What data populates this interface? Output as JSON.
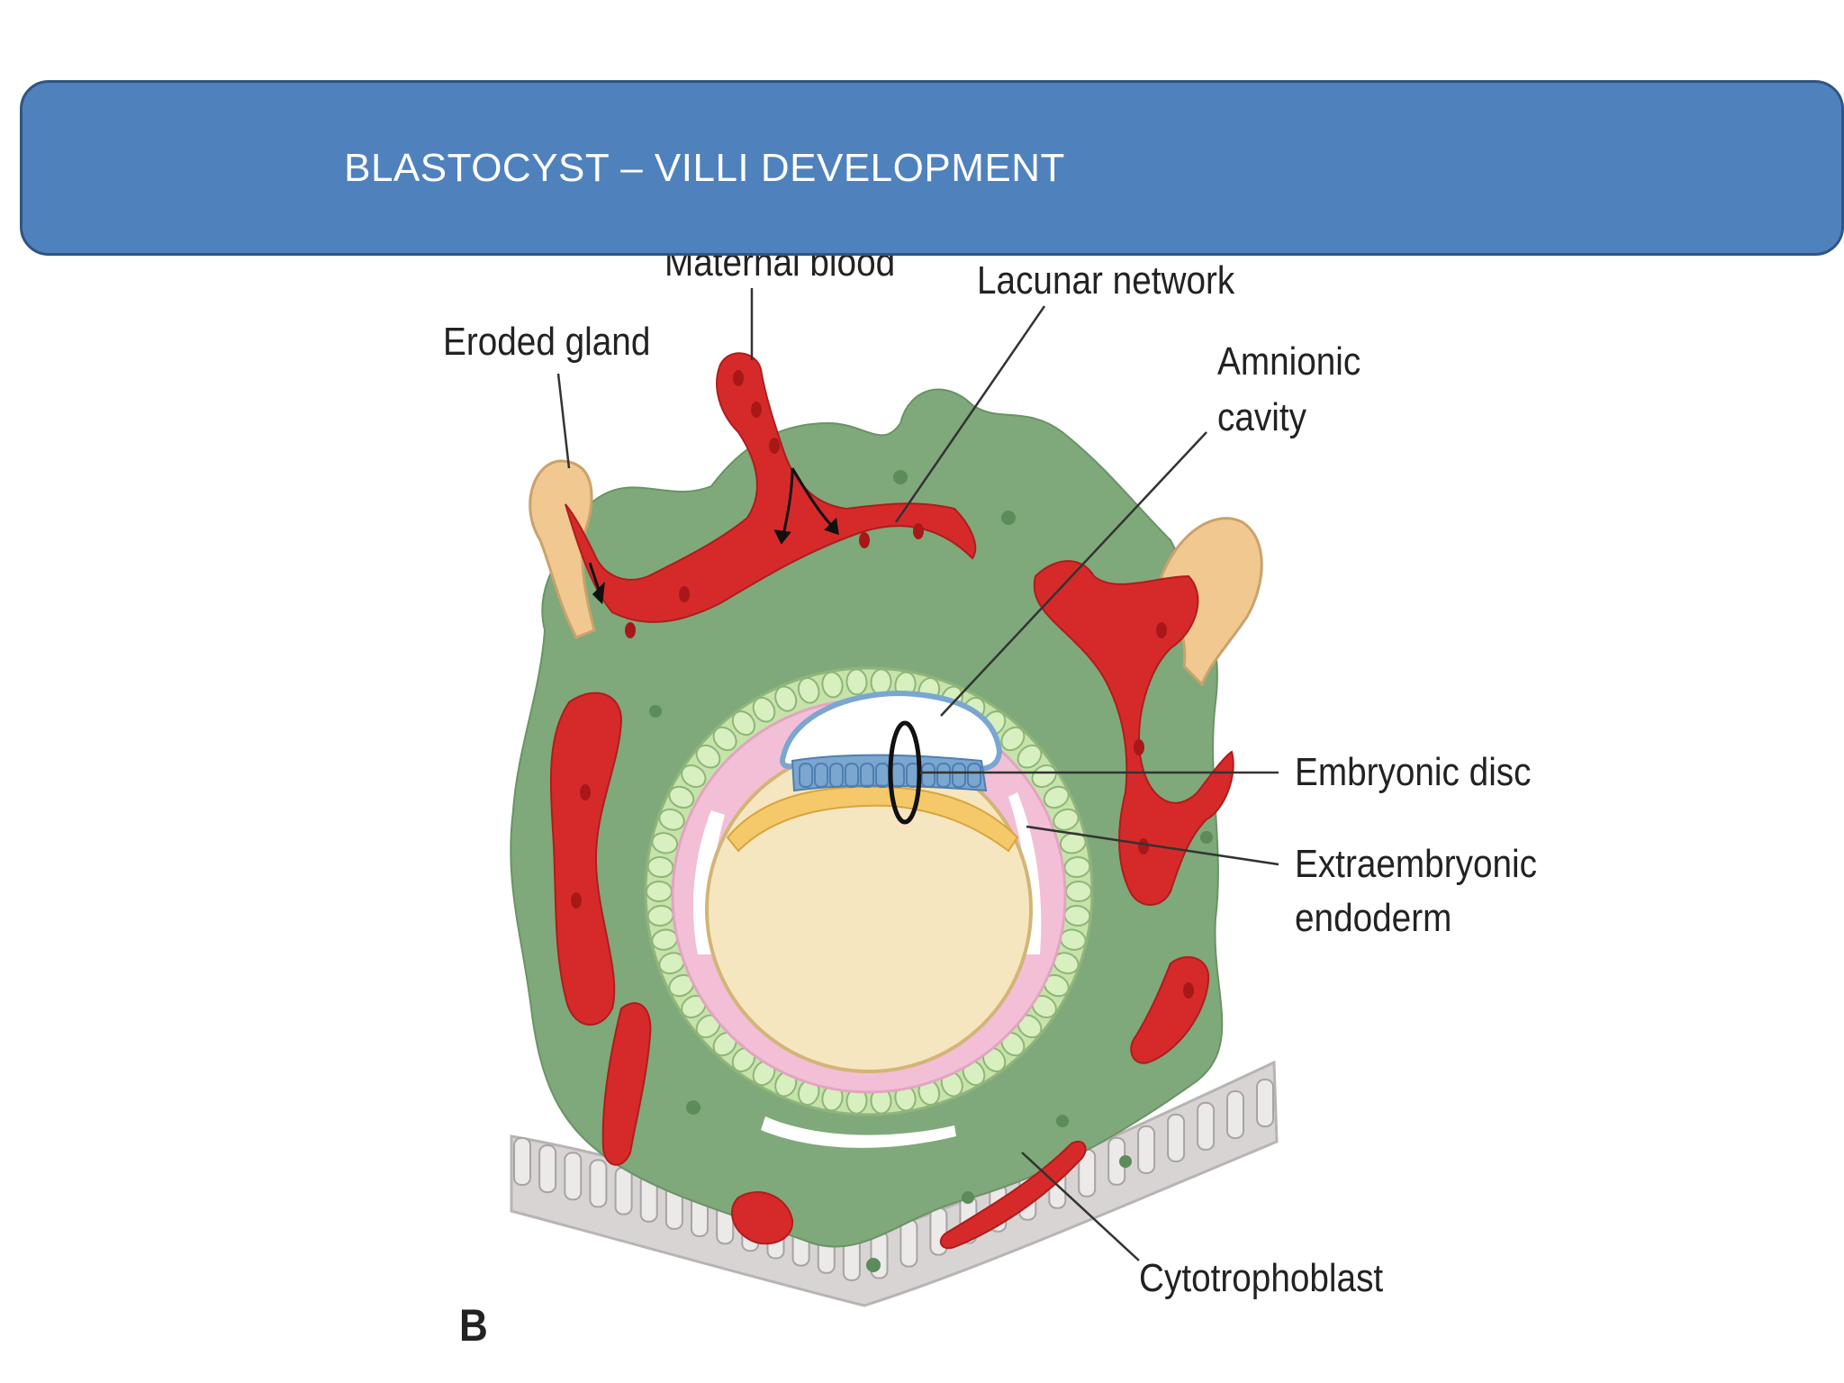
{
  "title": "BLASTOCYST – VILLI DEVELOPMENT",
  "labels": {
    "maternal_blood": "Maternal blood",
    "lacunar_network": "Lacunar network",
    "eroded_gland": "Eroded gland",
    "amnionic_cavity_1": "Amnionic",
    "amnionic_cavity_2": "cavity",
    "embryonic_disc": "Embryonic disc",
    "extraembryonic_1": "Extraembryonic",
    "extraembryonic_2": "endoderm",
    "cytotrophoblast": "Cytotrophoblast",
    "panel": "B"
  },
  "colors": {
    "syncytiotrophoblast": "#7fa97a",
    "blood": "#d62a2a",
    "gland": "#f0c890",
    "cytotrophoblast": "#c6e3a9",
    "mesoderm": "#f2bfd6",
    "yolk_sac": "#f6e6bf",
    "endoderm": "#f5c86a",
    "epiblast": "#7aa6d0",
    "endometrium": "#d8d4d4",
    "banner": "#4f81bd"
  }
}
